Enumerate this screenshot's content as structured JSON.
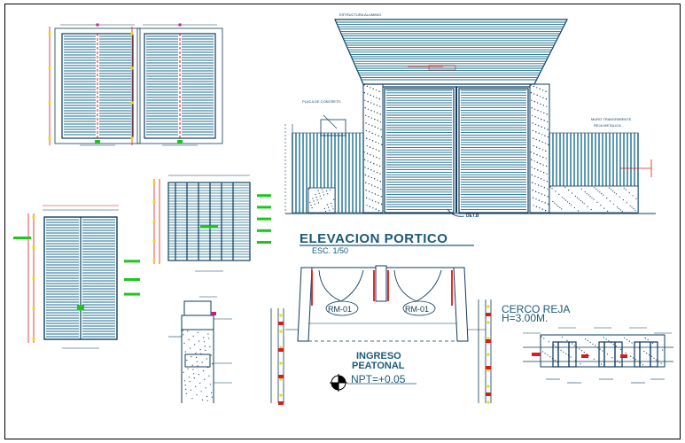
{
  "title": {
    "main": "ELEVACION PORTICO",
    "scale": "ESC. 1/50"
  },
  "labels": {
    "roof_structure": "ESTRUCTURA ALUMINIO",
    "transparent_wall": "MURO TRANSPARENTE",
    "metal_grille": "REJA METALICA",
    "concrete_plate": "PLACA DE CONCRETO",
    "fence_title": "CERCO  REJA",
    "fence_height": "H=3.00M.",
    "entrance_line1": "INGRESO",
    "entrance_line2": "PEATONAL",
    "level": "NPT=+0.05",
    "gate_tag_left": "RM-01",
    "gate_tag_right": "RM-01",
    "detail_label": "DET.B"
  },
  "colors": {
    "line": "#0d3b5e",
    "hatch": "#1a6e8e",
    "accent_red": "#d81b1b",
    "accent_green": "#19c819",
    "accent_yellow": "#e8e000",
    "accent_magenta": "#c02080",
    "frame": "#000000"
  },
  "icons": {
    "north_symbol": "section-cross-icon"
  }
}
